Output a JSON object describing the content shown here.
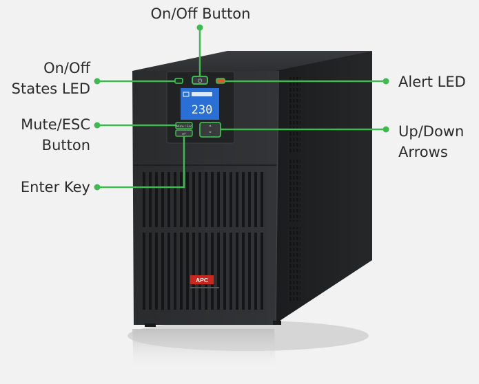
{
  "callouts": {
    "on_off_button": "On/Off Button",
    "on_off_states_led": [
      "On/Off",
      "States LED"
    ],
    "alert_led": "Alert LED",
    "mute_esc_button": [
      "Mute/ESC",
      "Button"
    ],
    "up_down_arrows": [
      "Up/Down",
      "Arrows"
    ],
    "enter_key": "Enter Key"
  },
  "display": {
    "voltage_readout": "230",
    "mute_esc_key": "Mute / Esc",
    "enter_key_glyph": "↵",
    "up_glyph": "˄",
    "down_glyph": "˅",
    "power_glyph": "⏻"
  },
  "brand": {
    "logo_text": "APC"
  },
  "colors": {
    "background": "#f2f2f2",
    "callout_green": "#3dbb4e",
    "ups_body": "#2c2d2f",
    "ups_side": "#1c1d1f",
    "lcd_blue": "#2a6fd6",
    "logo_red": "#c8281e",
    "alert_orange": "#e0572a"
  }
}
